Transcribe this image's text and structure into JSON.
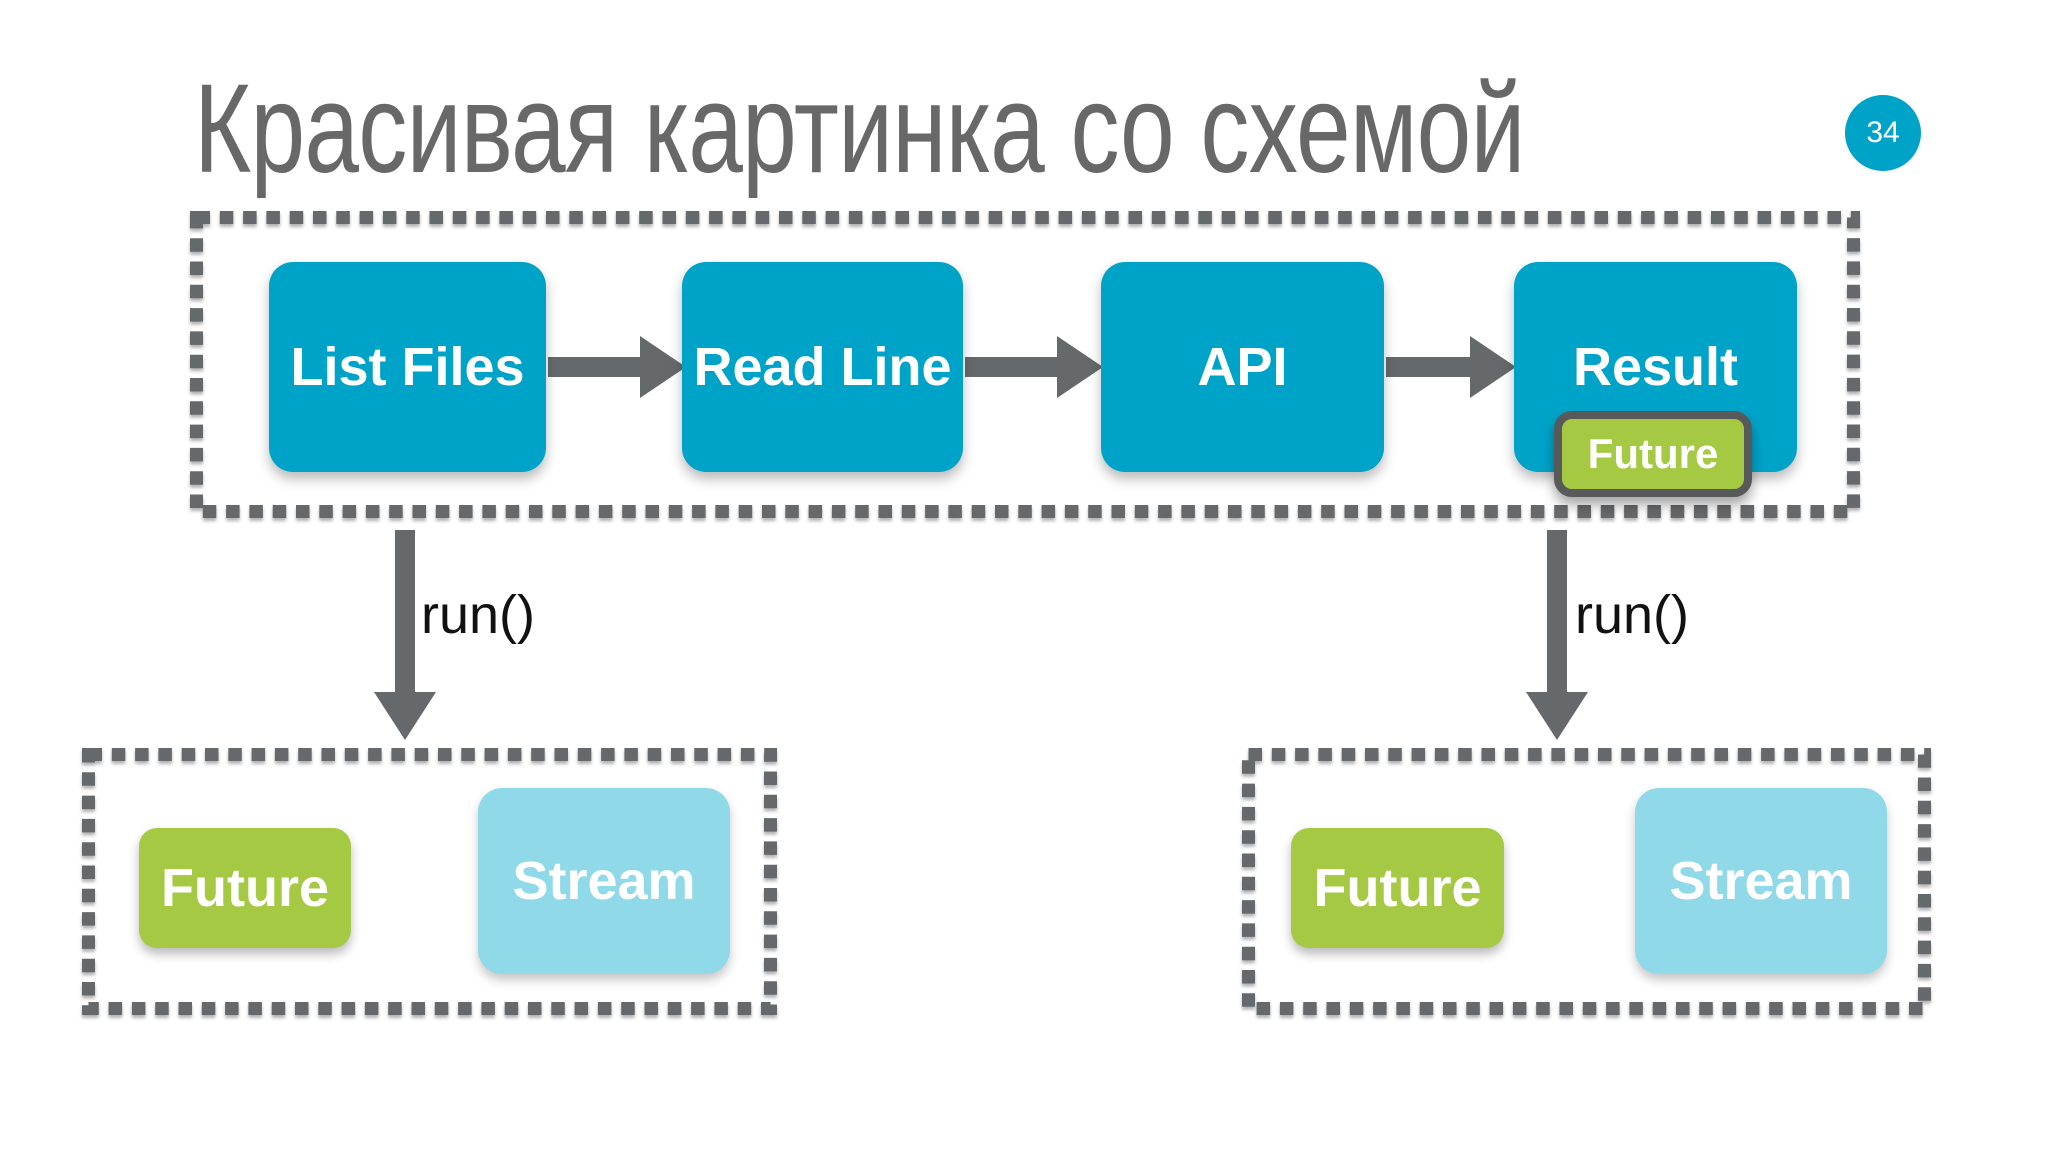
{
  "title": "Красивая картинка со схемой",
  "page_badge": "34",
  "pipeline": {
    "nodes": [
      "List Files",
      "Read Line",
      "API",
      "Result"
    ],
    "result_badge": "Future"
  },
  "run_labels": [
    "run()",
    "run()"
  ],
  "groups": {
    "left": {
      "future": "Future",
      "stream": "Stream"
    },
    "right": {
      "future": "Future",
      "stream": "Stream"
    }
  },
  "colors": {
    "teal": "#00a3c8",
    "green": "#a5c943",
    "light_blue": "#8fd9e8",
    "line_gray": "#66696b",
    "title_gray": "#686868",
    "badge_border": "#58595b"
  }
}
